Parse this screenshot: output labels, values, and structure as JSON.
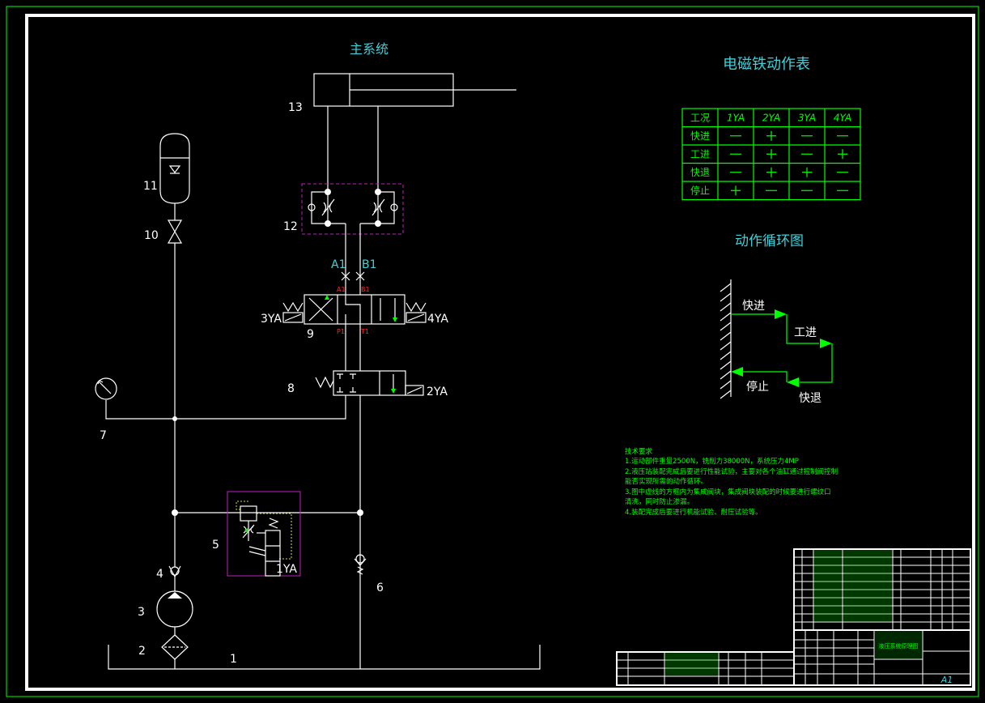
{
  "colors": {
    "line": "#ffffff",
    "accent": "#3fd0d8",
    "table": "#00ff00",
    "port": "#ff2a2a",
    "frame": "#c020c0"
  },
  "system_title": "主系统",
  "table_title": "电磁铁动作表",
  "cycle_title": "动作循环图",
  "solenoid_table": {
    "headers": [
      "工况",
      "1YA",
      "2YA",
      "3YA",
      "4YA"
    ],
    "rows": [
      [
        "快进",
        "—",
        "+",
        "—",
        "—"
      ],
      [
        "工进",
        "—",
        "+",
        "—",
        "+"
      ],
      [
        "快退",
        "—",
        "+",
        "+",
        "—"
      ],
      [
        "停止",
        "+",
        "—",
        "—",
        "—"
      ]
    ]
  },
  "cycle_labels": {
    "fast_in": "快进",
    "work_in": "工进",
    "stop": "停止",
    "fast_out": "快退"
  },
  "components": {
    "c1": "1",
    "c2": "2",
    "c3": "3",
    "c4": "4",
    "c5": "5",
    "c6": "6",
    "c7": "7",
    "c8": "8",
    "c9": "9",
    "c10": "10",
    "c11": "11",
    "c12": "12",
    "c13": "13"
  },
  "solenoids": {
    "ya1": "1YA",
    "ya2": "2YA",
    "ya3": "3YA",
    "ya4": "4YA"
  },
  "ports": {
    "a1": "A1",
    "b1": "B1",
    "a1_small": "A1",
    "b1_small": "B1",
    "p1": "P1",
    "t1": "T1"
  },
  "notes": [
    "技术要求",
    "1.运动部件重量2500N，铣削力38000N，系统压力4MP",
    "2.液压站装配完成后要进行性能试验，主要对各个油缸通过控制阀控制",
    "能否实现所需的动作循环。",
    "3.图中虚线的方框内为集成阀块，集成阀块装配的时候要进行螺纹口",
    "清洗，同时防止渗漏。",
    "4.装配完成后要进行机能试验、耐压试验等。"
  ],
  "title_block": {
    "drawing_name": "液压系统原理图",
    "sheet": "A1"
  }
}
